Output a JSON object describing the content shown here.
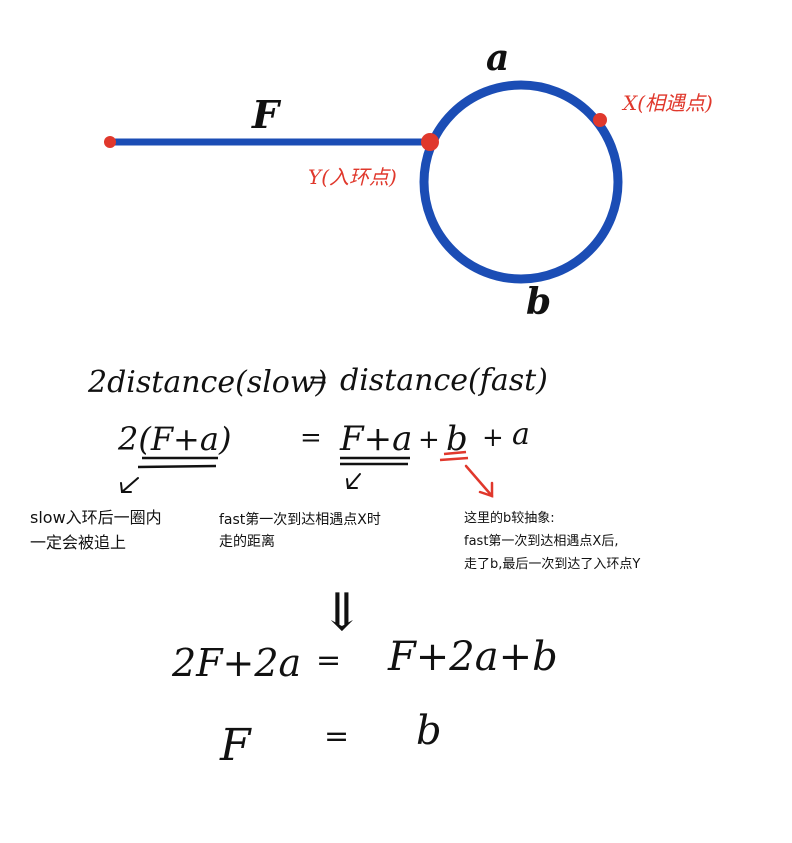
{
  "diagram": {
    "labels": {
      "a": "a",
      "b": "b",
      "F": "F",
      "X": "X(相遇点)",
      "Y": "Y(入环点)"
    },
    "colors": {
      "path": "#1b4db5",
      "point": "#e0382c",
      "ink": "#111111"
    }
  },
  "equations": {
    "line1_left": "2distance(slow)",
    "line1_eq": "=",
    "line1_right": "distance(fast)",
    "line2_left": "2(F+a)",
    "line2_eq": "=",
    "line2_right_fa": "F+a",
    "line2_plus1": "+",
    "line2_b": "b",
    "line2_plus2": "+",
    "line2_a": "a",
    "arrow": "⇓",
    "line3_left": "2F+2a",
    "line3_eq": "=",
    "line3_right": "F+2a+b",
    "line4_left": "F",
    "line4_eq": "=",
    "line4_right": "b"
  },
  "notes": {
    "slow": [
      "slow入环后一圈内",
      "一定会被追上"
    ],
    "fast": [
      "fast第一次到达相遇点X时",
      "走的距离"
    ],
    "b": [
      "这里的b较抽象:",
      "fast第一次到达相遇点X后,",
      "走了b,最后一次到达了入环点Y"
    ]
  }
}
